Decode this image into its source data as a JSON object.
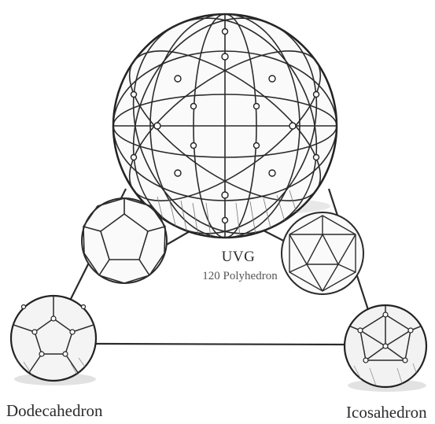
{
  "figure": {
    "center_title": "UVG",
    "center_subtitle": "120 Polyhedron",
    "left_label": "Dodecahedron",
    "right_label": "Icosahedron"
  },
  "colors": {
    "ink": "#2b2b2b",
    "background": "#ffffff"
  }
}
